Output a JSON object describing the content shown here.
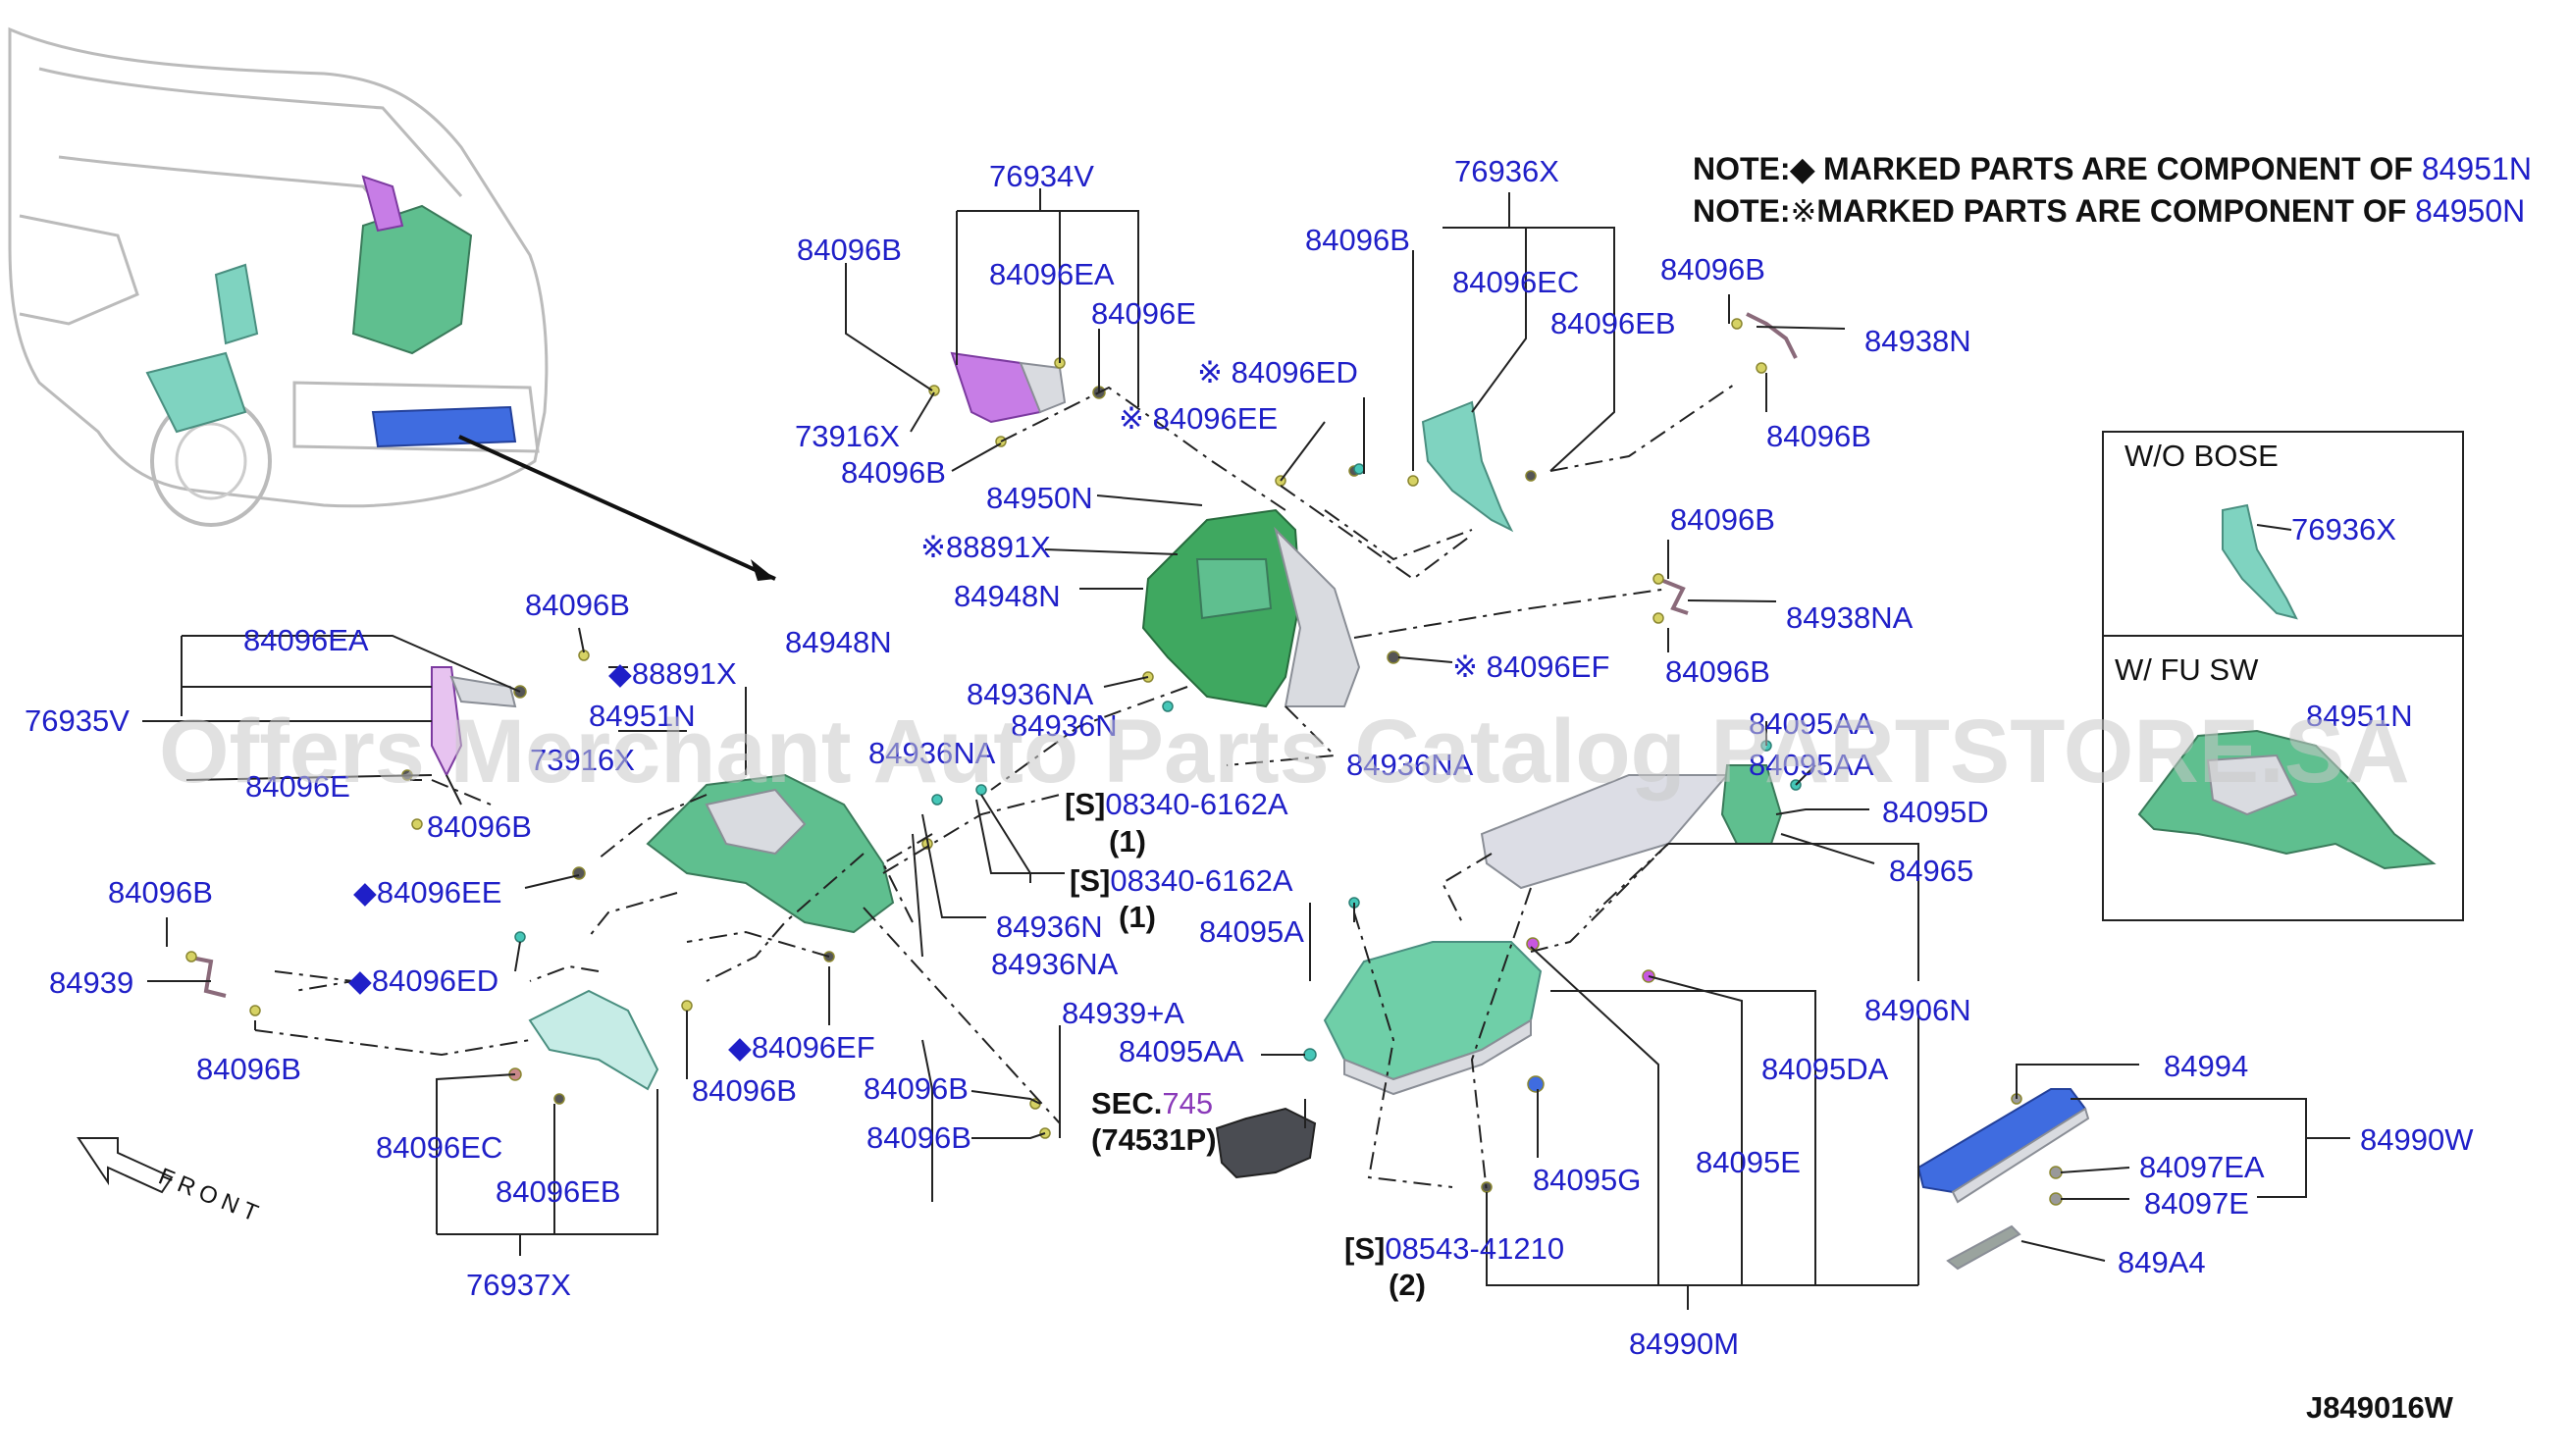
{
  "notes": [
    {
      "prefix": "NOTE:",
      "symbol": "◆",
      "text": " MARKED PARTS ARE COMPONENT OF ",
      "part": "84951N"
    },
    {
      "prefix": "NOTE:",
      "symbol": "※",
      "text": "MARKED PARTS ARE COMPONENT OF ",
      "part": "84950N"
    }
  ],
  "watermark": "Offers Merchant Auto Parts Catalog PARTSTORE.SA",
  "diagram_code": "J849016W",
  "front_label": "FRONT",
  "insets": {
    "wo_bose": {
      "title": "W/O BOSE",
      "part": "76936X"
    },
    "w_fu_sw": {
      "title": "W/ FU SW",
      "part": "84951N"
    }
  },
  "sec_ref": {
    "prefix": "SEC.",
    "number": "745",
    "sub": "(74531P)"
  },
  "screws": [
    {
      "tag": "[S]",
      "part": "08340-6162A",
      "qty": "(1)"
    },
    {
      "tag": "[S]",
      "part": "08340-6162A",
      "qty": "(1)"
    },
    {
      "tag": "[S]",
      "part": "08543-41210",
      "qty": "(2)"
    }
  ],
  "labels": {
    "l76934V": "76934V",
    "l84096B_a": "84096B",
    "l84096EA_a": "84096EA",
    "l84096E_a": "84096E",
    "l73916X": "73916X",
    "l84096B_b": "84096B",
    "l84096ED_top": "※ 84096ED",
    "l84096EE_top": "※ 84096EE",
    "l84950N": "84950N",
    "l88891X_top": "※88891X",
    "l84948N_top": "84948N",
    "l84936NA_top": "84936NA",
    "l84936N_top": "84936N",
    "l84936NA_mid": "84936NA",
    "l76936X_top": "76936X",
    "l84096B_c": "84096B",
    "l84096EC_top": "84096EC",
    "l84096EB_top": "84096EB",
    "l84096B_d": "84096B",
    "l84938N": "84938N",
    "l84096B_e": "84096B",
    "l84096B_f": "84096B",
    "l84938NA": "84938NA",
    "l84096B_g": "84096B",
    "l84096EF_top": "※ 84096EF",
    "l84095AA_a": "84095AA",
    "l84095AA_b": "84095AA",
    "l84095D": "84095D",
    "l84965": "84965",
    "l84906N": "84906N",
    "l84095DA": "84095DA",
    "l84095E": "84095E",
    "l84095G": "84095G",
    "l84095A": "84095A",
    "l84095AA_c": "84095AA",
    "l84939A": "84939+A",
    "l84096B_h": "84096B",
    "l84096B_i": "84096B",
    "l84990M": "84990M",
    "l84994": "84994",
    "l84990W": "84990W",
    "l84097EA": "84097EA",
    "l84097E": "84097E",
    "l849A4": "849A4",
    "l84096B_j": "84096B",
    "l84096EA_b": "84096EA",
    "l76935V": "76935V",
    "l84951N_left": "84951N",
    "l73916X_left": "73916X",
    "l84096E_b": "84096E",
    "l84096B_k": "84096B",
    "l88891X_left": "◆88891X",
    "l84948N_left": "84948N",
    "l84936NA_left": "84936NA",
    "l84096EE_left": "◆84096EE",
    "l84096ED_left": "◆84096ED",
    "l84096EF_left": "◆84096EF",
    "l84936N_left": "84936N",
    "l84936NA_left2": "84936NA",
    "l84096B_l": "84096B",
    "l84939": "84939",
    "l84096B_m": "84096B",
    "l84096B_n": "84096B",
    "l84096EC_left": "84096EC",
    "l84096EB_left": "84096EB",
    "l76937X": "76937X"
  }
}
